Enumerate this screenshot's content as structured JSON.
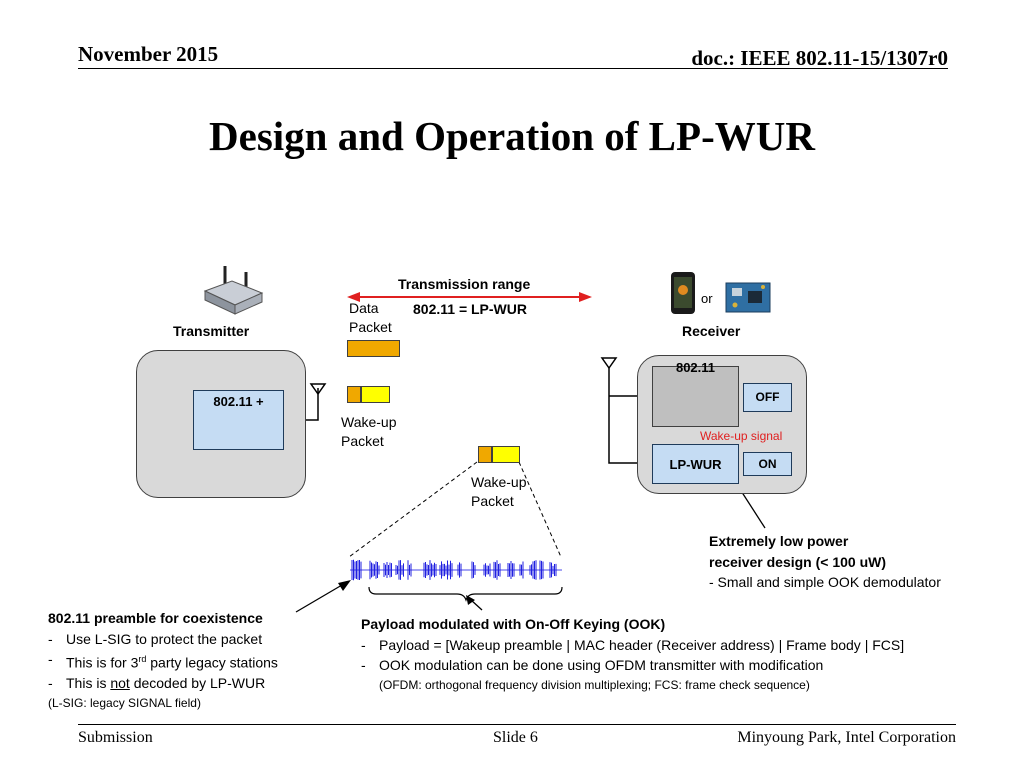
{
  "header": {
    "date": "November 2015",
    "doc": "doc.: IEEE 802.11-15/1307r0"
  },
  "title": "Design and Operation of LP-WUR",
  "diagram": {
    "transmitter_label": "Transmitter",
    "tx_box": "802.11 +",
    "range_label": "Transmission range",
    "range_equation": "802.11 = LP-WUR",
    "data_packet": "Data\nPacket",
    "wakeup_packet_1": "Wake-up\nPacket",
    "wakeup_packet_2": "Wake-up\nPacket",
    "or": "or",
    "receiver_label": "Receiver",
    "rx_80211": "802.11",
    "rx_off": "OFF",
    "wakeup_signal": "Wake-up signal",
    "rx_lpwur": "LP-WUR",
    "rx_on": "ON",
    "colors": {
      "arrow": "#e02020",
      "signal": "#2020e0",
      "packet_orange": "#f0a800",
      "packet_yellow": "#ffff00",
      "box_blue": "#c5dcf3",
      "device_grey": "#d9d9d9"
    }
  },
  "notes": {
    "receiver_title_1": "Extremely low power",
    "receiver_title_2": "receiver design (< 100 uW)",
    "receiver_bullet": "- Small and simple OOK demodulator",
    "preamble_title": "802.11 preamble for coexistence",
    "preamble_bullets": {
      "b1": "Use L-SIG to protect the packet",
      "b2_pre": "This is for 3",
      "b2_sup": "rd",
      "b2_post": " party legacy stations",
      "b3_pre": "This is ",
      "b3_u": "not",
      "b3_post": " decoded by LP-WUR"
    },
    "preamble_foot": "(L-SIG: legacy SIGNAL field)",
    "payload_title": "Payload modulated with On-Off Keying (OOK)",
    "payload_bullets": [
      "Payload = [Wakeup preamble | MAC header (Receiver address) | Frame body | FCS]",
      "OOK modulation can be done using OFDM transmitter with modification"
    ],
    "payload_foot": "(OFDM: orthogonal frequency division multiplexing; FCS: frame check sequence)"
  },
  "footer": {
    "left": "Submission",
    "mid": "Slide 6",
    "right": "Minyoung Park, Intel Corporation"
  }
}
